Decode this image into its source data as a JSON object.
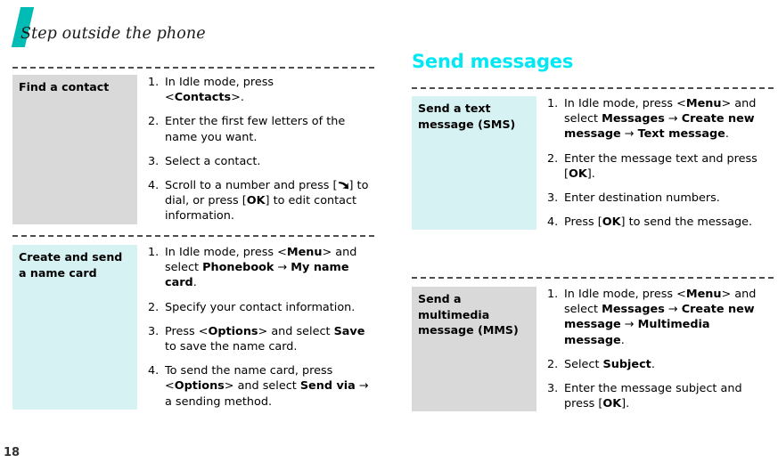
{
  "running_head": {
    "title": "Step outside the phone",
    "accent_color": "#00bcb4"
  },
  "page_number": "18",
  "colors": {
    "heading_cyan": "#00e8f4",
    "label_gray": "#d9d9d9",
    "label_cyan": "#d7f2f2",
    "rule": "#4d4d4d"
  },
  "left_column": {
    "tasks": [
      {
        "label": "Find a contact",
        "label_style": "gray",
        "steps": [
          {
            "num": "1.",
            "html": "In Idle mode, press<br>&lt;<b>Contacts</b>&gt;."
          },
          {
            "num": "2.",
            "html": "Enter the first few letters of the name you want."
          },
          {
            "num": "3.",
            "html": "Select a contact."
          },
          {
            "num": "4.",
            "html": "Scroll to a number and press [<span class=\"dial-icon\" data-name=\"dial-key-icon\" data-interactable=\"false\"><svg viewBox=\"0 0 13 11\" width=\"13\" height=\"11\"><path d=\"M1.2 1.3 C4.2 1.0 7.6 2.0 10.2 4.6 L11.6 2.0 L12.0 9.2 L5.4 8.4 L8.6 6.6 C6.4 4.2 3.6 3.0 1.0 3.1 Z\" fill=\"#000\"/></svg></span>] to dial, or press [<b>OK</b>] to edit contact information."
          }
        ]
      },
      {
        "label": "Create and send a name card",
        "label_style": "cyan",
        "steps": [
          {
            "num": "1.",
            "html": "In Idle mode, press &lt;<b>Menu</b>&gt; and select <b>Phonebook</b> &#8594; <b>My name card</b>."
          },
          {
            "num": "2.",
            "html": "Specify your contact information."
          },
          {
            "num": "3.",
            "html": "Press &lt;<b>Options</b>&gt; and select <b>Save</b> to save the name card."
          },
          {
            "num": "4.",
            "html": "To send the name card, press &lt;<b>Options</b>&gt; and select <b>Send via</b> &#8594; a sending method."
          }
        ]
      }
    ]
  },
  "right_column": {
    "section_heading": "Send messages",
    "tasks": [
      {
        "label": "Send a text message (SMS)",
        "label_style": "cyan",
        "steps": [
          {
            "num": "1.",
            "html": "In Idle mode, press &lt;<b>Menu</b>&gt; and select <b>Messages</b> &#8594; <b>Create new message</b> &#8594; <b>Text message</b>."
          },
          {
            "num": "2.",
            "html": "Enter the message text and press [<b>OK</b>]."
          },
          {
            "num": "3.",
            "html": "Enter destination numbers."
          },
          {
            "num": "4.",
            "html": "Press [<b>OK</b>] to send the message."
          }
        ]
      },
      {
        "label": "Send a multimedia message (MMS)",
        "label_style": "gray",
        "steps": [
          {
            "num": "1.",
            "html": "In Idle mode, press &lt;<b>Menu</b>&gt; and select <b>Messages</b> &#8594; <b>Create new message</b> &#8594; <b>Multimedia message</b>."
          },
          {
            "num": "2.",
            "html": "Select <b>Subject</b>."
          },
          {
            "num": "3.",
            "html": "Enter the message subject and press [<b>OK</b>]."
          }
        ]
      }
    ]
  }
}
